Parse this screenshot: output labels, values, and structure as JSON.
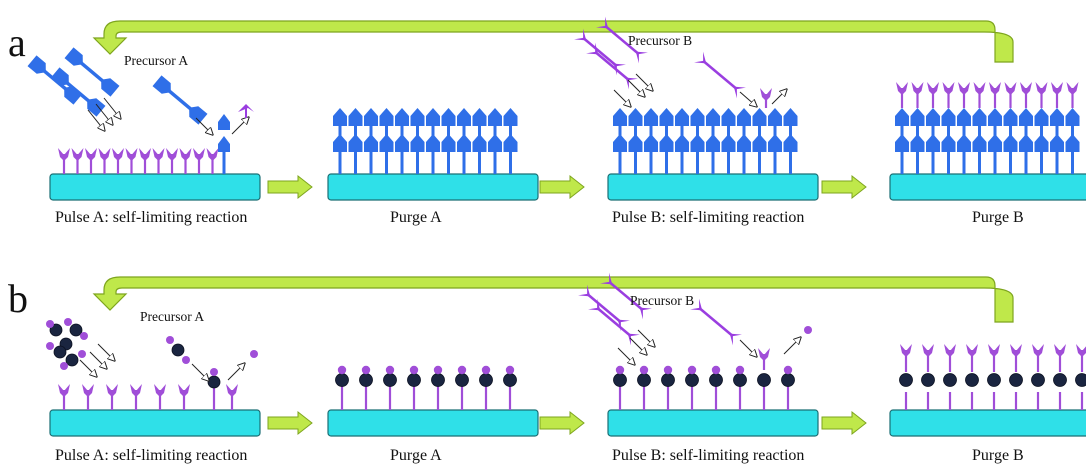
{
  "panels": [
    {
      "letter": "a",
      "precursor_a_label": "Precursor A",
      "precursor_b_label": "Precursor B",
      "steps": [
        "Pulse A: self-limiting reaction",
        "Purge A",
        "Pulse B: self-limiting reaction",
        "Purge B"
      ]
    },
    {
      "letter": "b",
      "precursor_a_label": "Precursor A",
      "precursor_b_label": "Precursor B",
      "steps": [
        "Pulse A: self-limiting reaction",
        "Purge A",
        "Pulse B: self-limiting reaction",
        "Purge B"
      ]
    }
  ],
  "colors": {
    "substrate": "#2fe0e8",
    "arrow": "#bfe84a",
    "precursor_a_blue": "#2f6fe8",
    "precursor_b_purple": "#9a3ee0",
    "atom_dark": "#1a2540",
    "atom_purple": "#a04ed8"
  }
}
